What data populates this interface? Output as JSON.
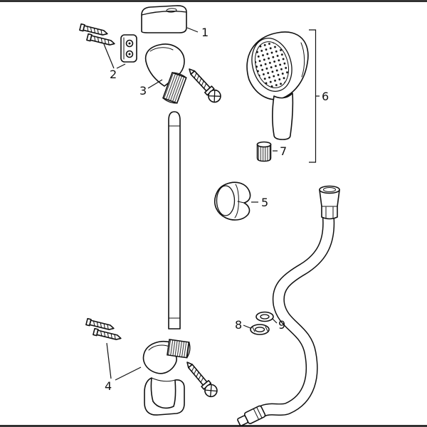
{
  "diagram": {
    "type": "exploded-parts-diagram",
    "colors": {
      "line": "#111111",
      "background": "#ffffff"
    },
    "labels": {
      "part1": "1",
      "part2": "2",
      "part3": "3",
      "part4": "4",
      "part5": "5",
      "part6": "6",
      "part7": "7",
      "part8": "8",
      "part9": "9"
    }
  }
}
